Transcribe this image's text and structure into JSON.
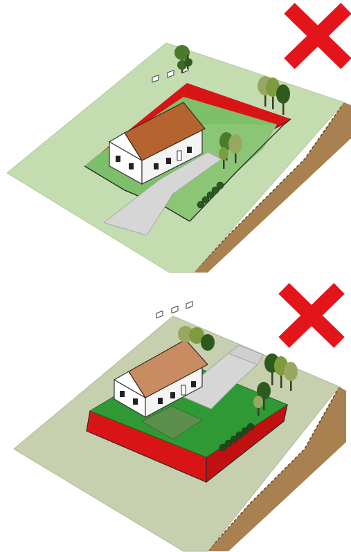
{
  "panels": [
    {
      "id": "excavated",
      "verdict": "incorrect",
      "verdict_icon": "red-x-icon"
    },
    {
      "id": "raised",
      "verdict": "incorrect",
      "verdict_icon": "red-x-icon"
    }
  ],
  "colors": {
    "slope_grass_top": "#c3ddb0",
    "slope_grass_bottom": "#c6cfae",
    "soil": "#a9804f",
    "lawn": "#2f9a35",
    "lawn_top_panel": "#7ec06a",
    "cut_fill_red": "#d81416",
    "roof": "#b5642f",
    "roof_bottom": "#c88b62",
    "driveway": "#d6d6d6",
    "tree_dark": "#4a7a2a",
    "tree_light": "#98a860",
    "cross": "#e4141b"
  }
}
